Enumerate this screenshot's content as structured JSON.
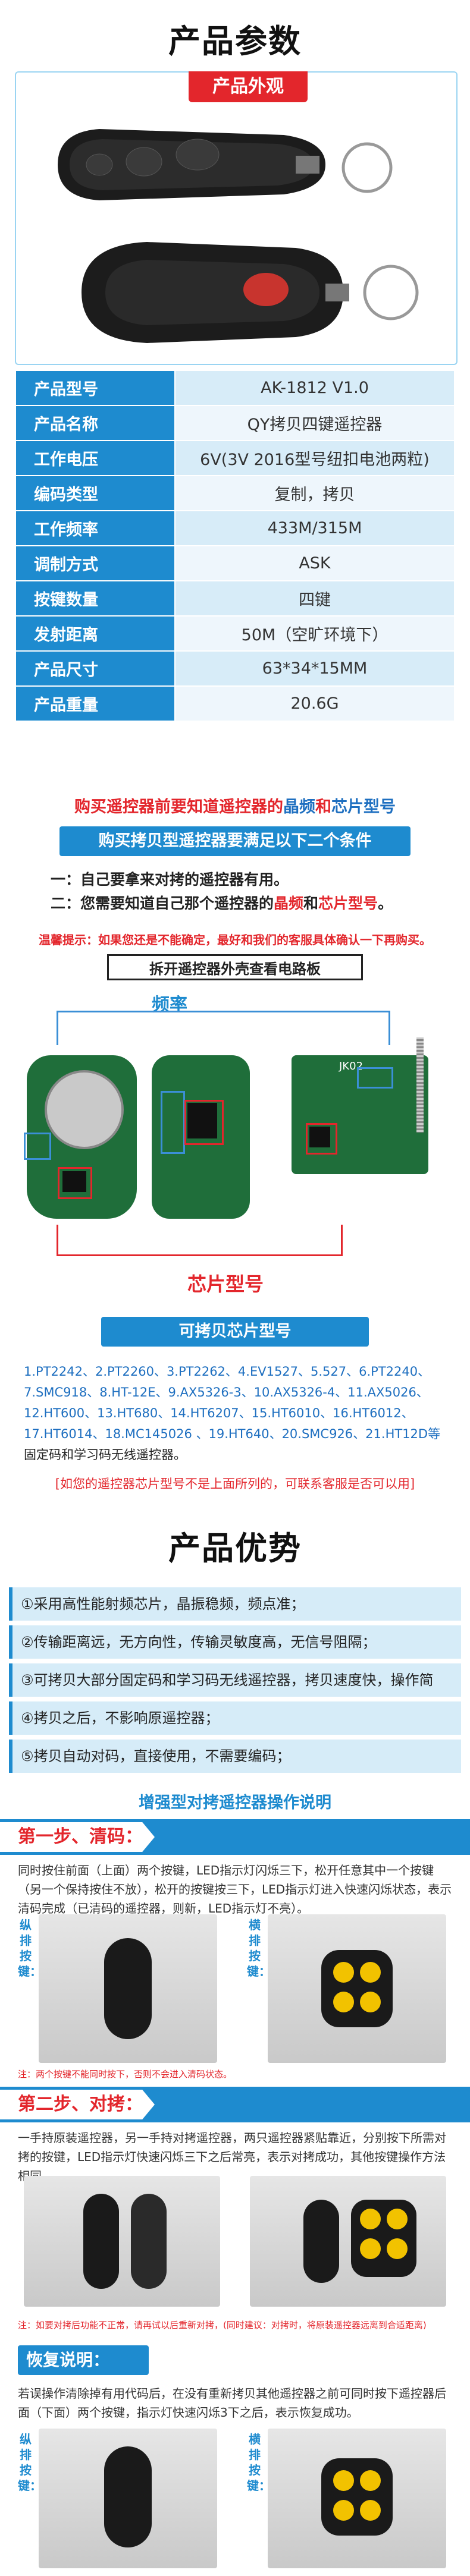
{
  "section1_title": "产品参数",
  "appearance_tag": "产品外观",
  "specs": [
    {
      "key": "产品型号",
      "value": "AK-1812 V1.0"
    },
    {
      "key": "产品名称",
      "value": "QY拷贝四键遥控器"
    },
    {
      "key": "工作电压",
      "value": "6V(3V 2016型号纽扣电池两粒)"
    },
    {
      "key": "编码类型",
      "value": "复制，拷贝"
    },
    {
      "key": "工作频率",
      "value": "433M/315M"
    },
    {
      "key": "调制方式",
      "value": "ASK"
    },
    {
      "key": "按键数量",
      "value": "四键"
    },
    {
      "key": "发射距离",
      "value": "50M（空旷环境下）"
    },
    {
      "key": "产品尺寸",
      "value": "63*34*15MM"
    },
    {
      "key": "产品重量",
      "value": "20.6G"
    }
  ],
  "purchase_heading": {
    "prefix": "购买遥控器前要知道遥控器的",
    "freq": "晶频",
    "and": "和",
    "chip": "芯片型号"
  },
  "conditions_banner": "购买拷贝型遥控器要满足以下二个条件",
  "conditions": [
    {
      "num": "一：",
      "text": "自己要拿来对拷的遥控器有用。"
    },
    {
      "num": "二：",
      "pre": "您需要知道自己那个遥控器的",
      "freq": "晶频",
      "and": "和",
      "chip": "芯片型号",
      "end": "。"
    }
  ],
  "warm_tip": "温馨提示：如果您还是不能确定，最好和我们的客服具体确认一下再购买。",
  "open_case_banner": "拆开遥控器外壳查看电路板",
  "label_frequency": "频率",
  "label_chip_model": "芯片型号",
  "board_label": "JK02",
  "copyable_chips_banner": "可拷贝芯片型号",
  "chip_list_lines": [
    "1.PT2242、2.PT2260、3.PT2262、4.EV1527、5.527、6.PT2240、",
    "7.SMC918、8.HT-12E、9.AX5326-3、10.AX5326-4、11.AX5026、",
    "12.HT600、13.HT680、14.HT6207、15.HT6010、16.HT6012、",
    "17.HT6014、18.MC145026 、19.HT640、20.SMC926、21.HT12D等",
    "固定码和学习码无线遥控器。"
  ],
  "chip_note": "[如您的遥控器芯片型号不是上面所列的，可联系客服是否可以用]",
  "section2_title": "产品优势",
  "advantages": [
    "①采用高性能射频芯片，晶振稳频，频点准；",
    "②传输距离远，无方向性，传输灵敏度高，无信号阻隔；",
    "③可拷贝大部分固定码和学习码无线遥控器，拷贝速度快，操作简单；",
    "④拷贝之后，不影响原遥控器；",
    "⑤拷贝自动对码，直接使用，不需要编码；"
  ],
  "guide_title": "增强型对拷遥控器操作说明",
  "step1": {
    "title": "第一步、清码：",
    "text": "同时按住前面（上面）两个按键，LED指示灯闪烁三下，松开任意其中一个按键（另一个保持按住不放），松开的按键按三下，LED指示灯进入快速闪烁状态，表示清码完成（已清码的遥控器，则新，LED指示灯不亮）。",
    "left_label": "纵排按键：",
    "right_label": "横排按键：",
    "note": "注：两个按键不能同时按下，否则不会进入清码状态。"
  },
  "step2": {
    "title": "第二步、对拷：",
    "text": "一手持原装遥控器，另一手持对拷遥控器，两只遥控器紧贴靠近，分别按下所需对拷的按键，LED指示灯快速闪烁三下之后常亮，表示对拷成功，其他按键操作方法相同。",
    "note": "注：如要对拷后功能不正常，请再试以后重新对拷，(同时建议：对拷时，将原装遥控器远离到合适距离)"
  },
  "step3": {
    "title": "恢复说明：",
    "text": "若误操作清除掉有用代码后，在没有重新拷贝其他遥控器之前可同时按下遥控器后面（下面）两个按键，指示灯快速闪烁3下之后，表示恢复成功。",
    "left_label": "纵排按键：",
    "right_label": "横排按键："
  },
  "colors": {
    "blue": "#1e8bcf",
    "red": "#e3262c",
    "light_blue": "#d7ecf8"
  }
}
